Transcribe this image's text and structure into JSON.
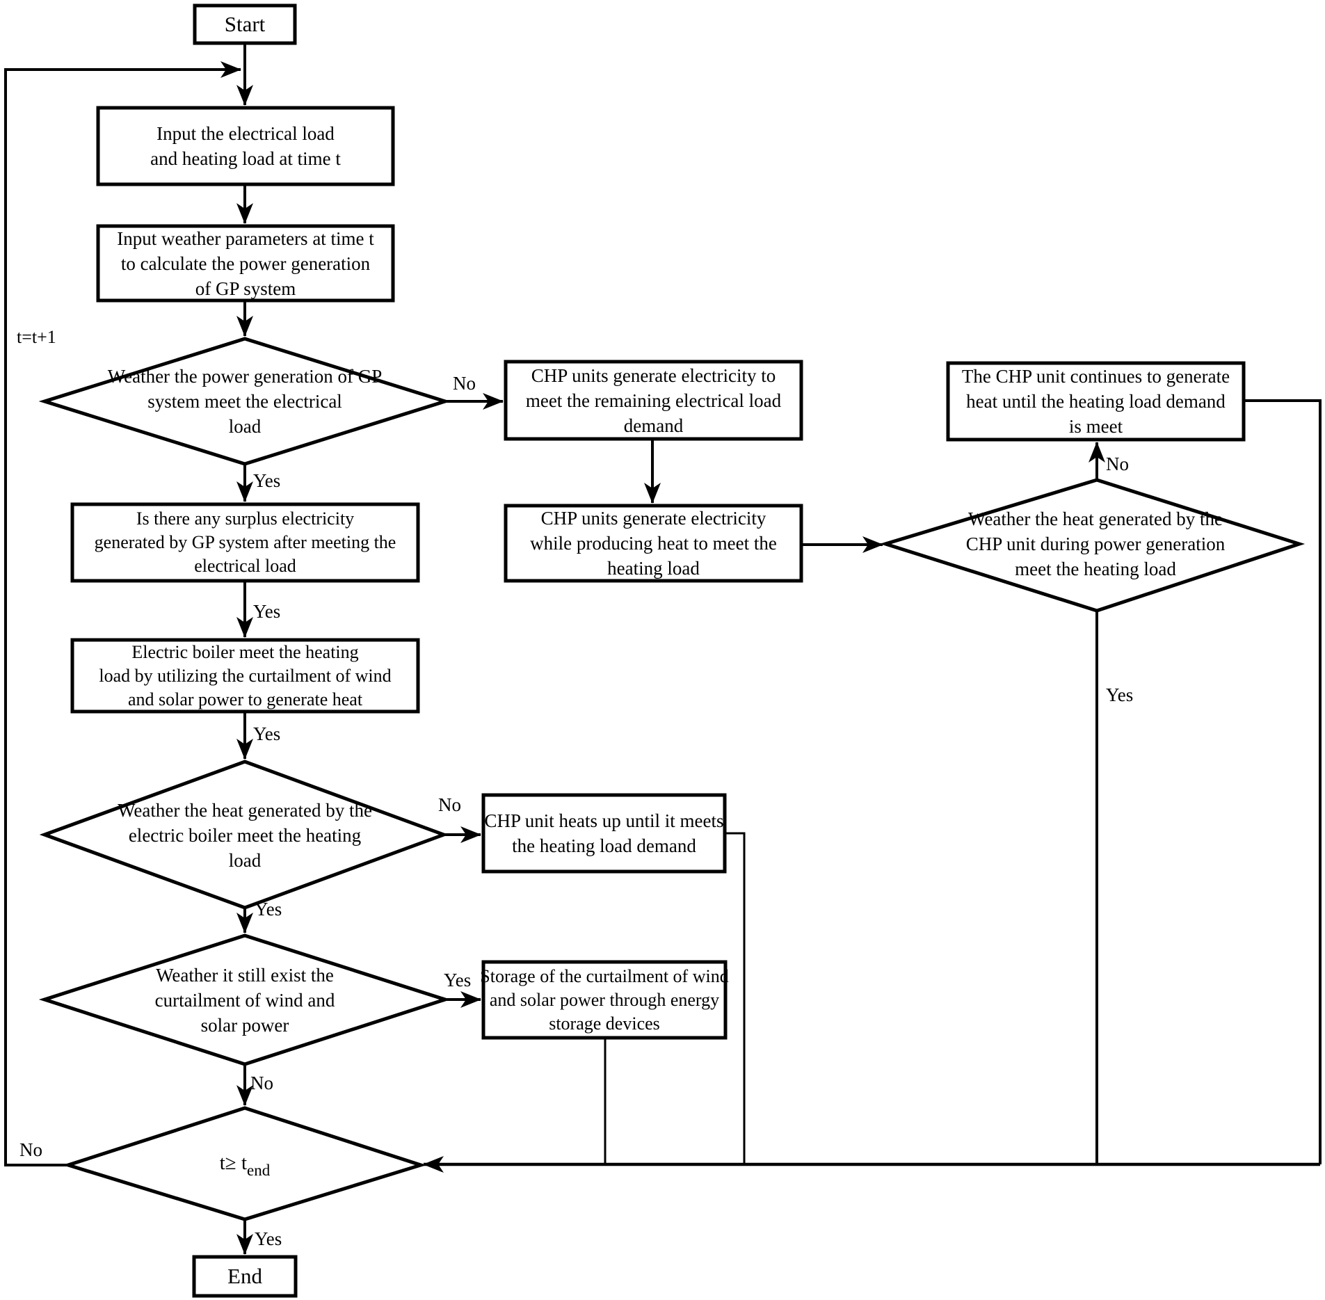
{
  "nodes": {
    "start": {
      "label": "Start"
    },
    "input_load": {
      "lines": [
        "Input the electrical load",
        "and heating load at time t"
      ]
    },
    "input_weather": {
      "lines": [
        "Input weather parameters at time t",
        "to calculate the power generation",
        "of  GP system"
      ]
    },
    "decision_gp_meet": {
      "lines": [
        "Weather the power generation of GP",
        "system meet the electrical",
        "load"
      ]
    },
    "chp_remaining": {
      "lines": [
        "CHP units generate electricity to",
        "meet the remaining electrical load",
        "demand"
      ]
    },
    "chp_cogeneration": {
      "lines": [
        "CHP units generate electricity",
        "while producing heat to meet the",
        "heating load"
      ]
    },
    "chp_continue_heat": {
      "lines": [
        "The CHP unit continues to generate",
        "heat until the heating load demand",
        "is meet"
      ]
    },
    "decision_chp_heat": {
      "lines": [
        "Weather  the heat generated by the",
        "CHP unit during power generation",
        "meet  the heating load"
      ]
    },
    "surplus": {
      "lines": [
        "Is there any surplus electricity",
        "generated by GP system  after meeting the",
        "electrical load"
      ]
    },
    "boiler": {
      "lines": [
        "Electric boiler meet the heating",
        "load by utilizing the curtailment of wind",
        "and solar power to generate heat"
      ]
    },
    "decision_boiler_heat": {
      "lines": [
        "Weather the heat generated by the",
        "electric boiler meet the heating",
        "load"
      ]
    },
    "chp_heats_up": {
      "lines": [
        "CHP unit heats up until it meets",
        "the heating load demand"
      ]
    },
    "decision_curtailment": {
      "lines": [
        "Weather it still exist the",
        "curtailment of wind and",
        "solar power"
      ]
    },
    "storage": {
      "lines": [
        "Storage of  the curtailment of wind",
        "and solar power through energy",
        "storage devices"
      ]
    },
    "decision_time_end": {
      "main": "t≥ t",
      "sub": "end"
    },
    "end": {
      "label": "End"
    }
  },
  "edge_labels": {
    "no_gp": "No",
    "yes_gp": "Yes",
    "yes_surplus": "Yes",
    "yes_boiler_in": "Yes",
    "no_boiler": "No",
    "yes_boiler": "Yes",
    "yes_curtail": "Yes",
    "no_curtail": "No",
    "no_chp_heat": "No",
    "yes_chp_heat": "Yes",
    "no_time_end": "No",
    "yes_time_end": "Yes"
  },
  "iterate_label": "t=t+1",
  "colors": {
    "stroke": "#000000",
    "background": "#ffffff"
  }
}
